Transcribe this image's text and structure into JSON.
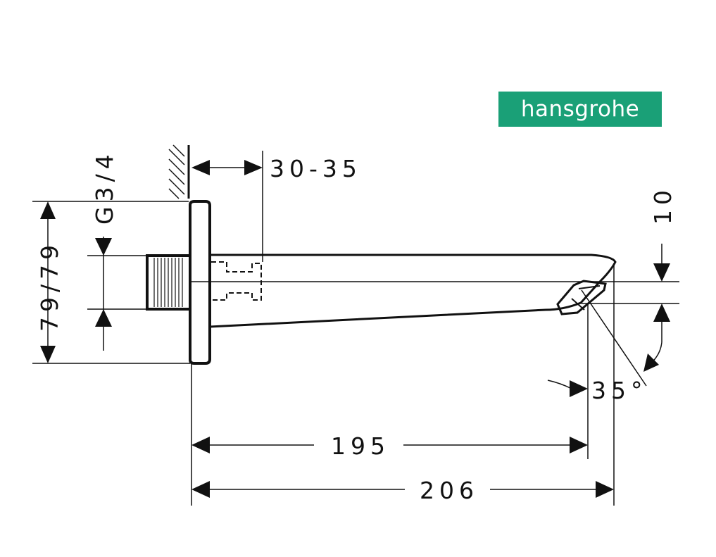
{
  "brand": {
    "name": "hansgrohe",
    "color": "#1aa077"
  },
  "dimensions": {
    "wall_depth": "30-35",
    "thread": "G3/4",
    "rosette": "79/79",
    "outlet_drop": "10",
    "angle": "35°",
    "length_outlet": "195",
    "length_total": "206"
  },
  "colors": {
    "line": "#111111",
    "background": "#ffffff"
  }
}
